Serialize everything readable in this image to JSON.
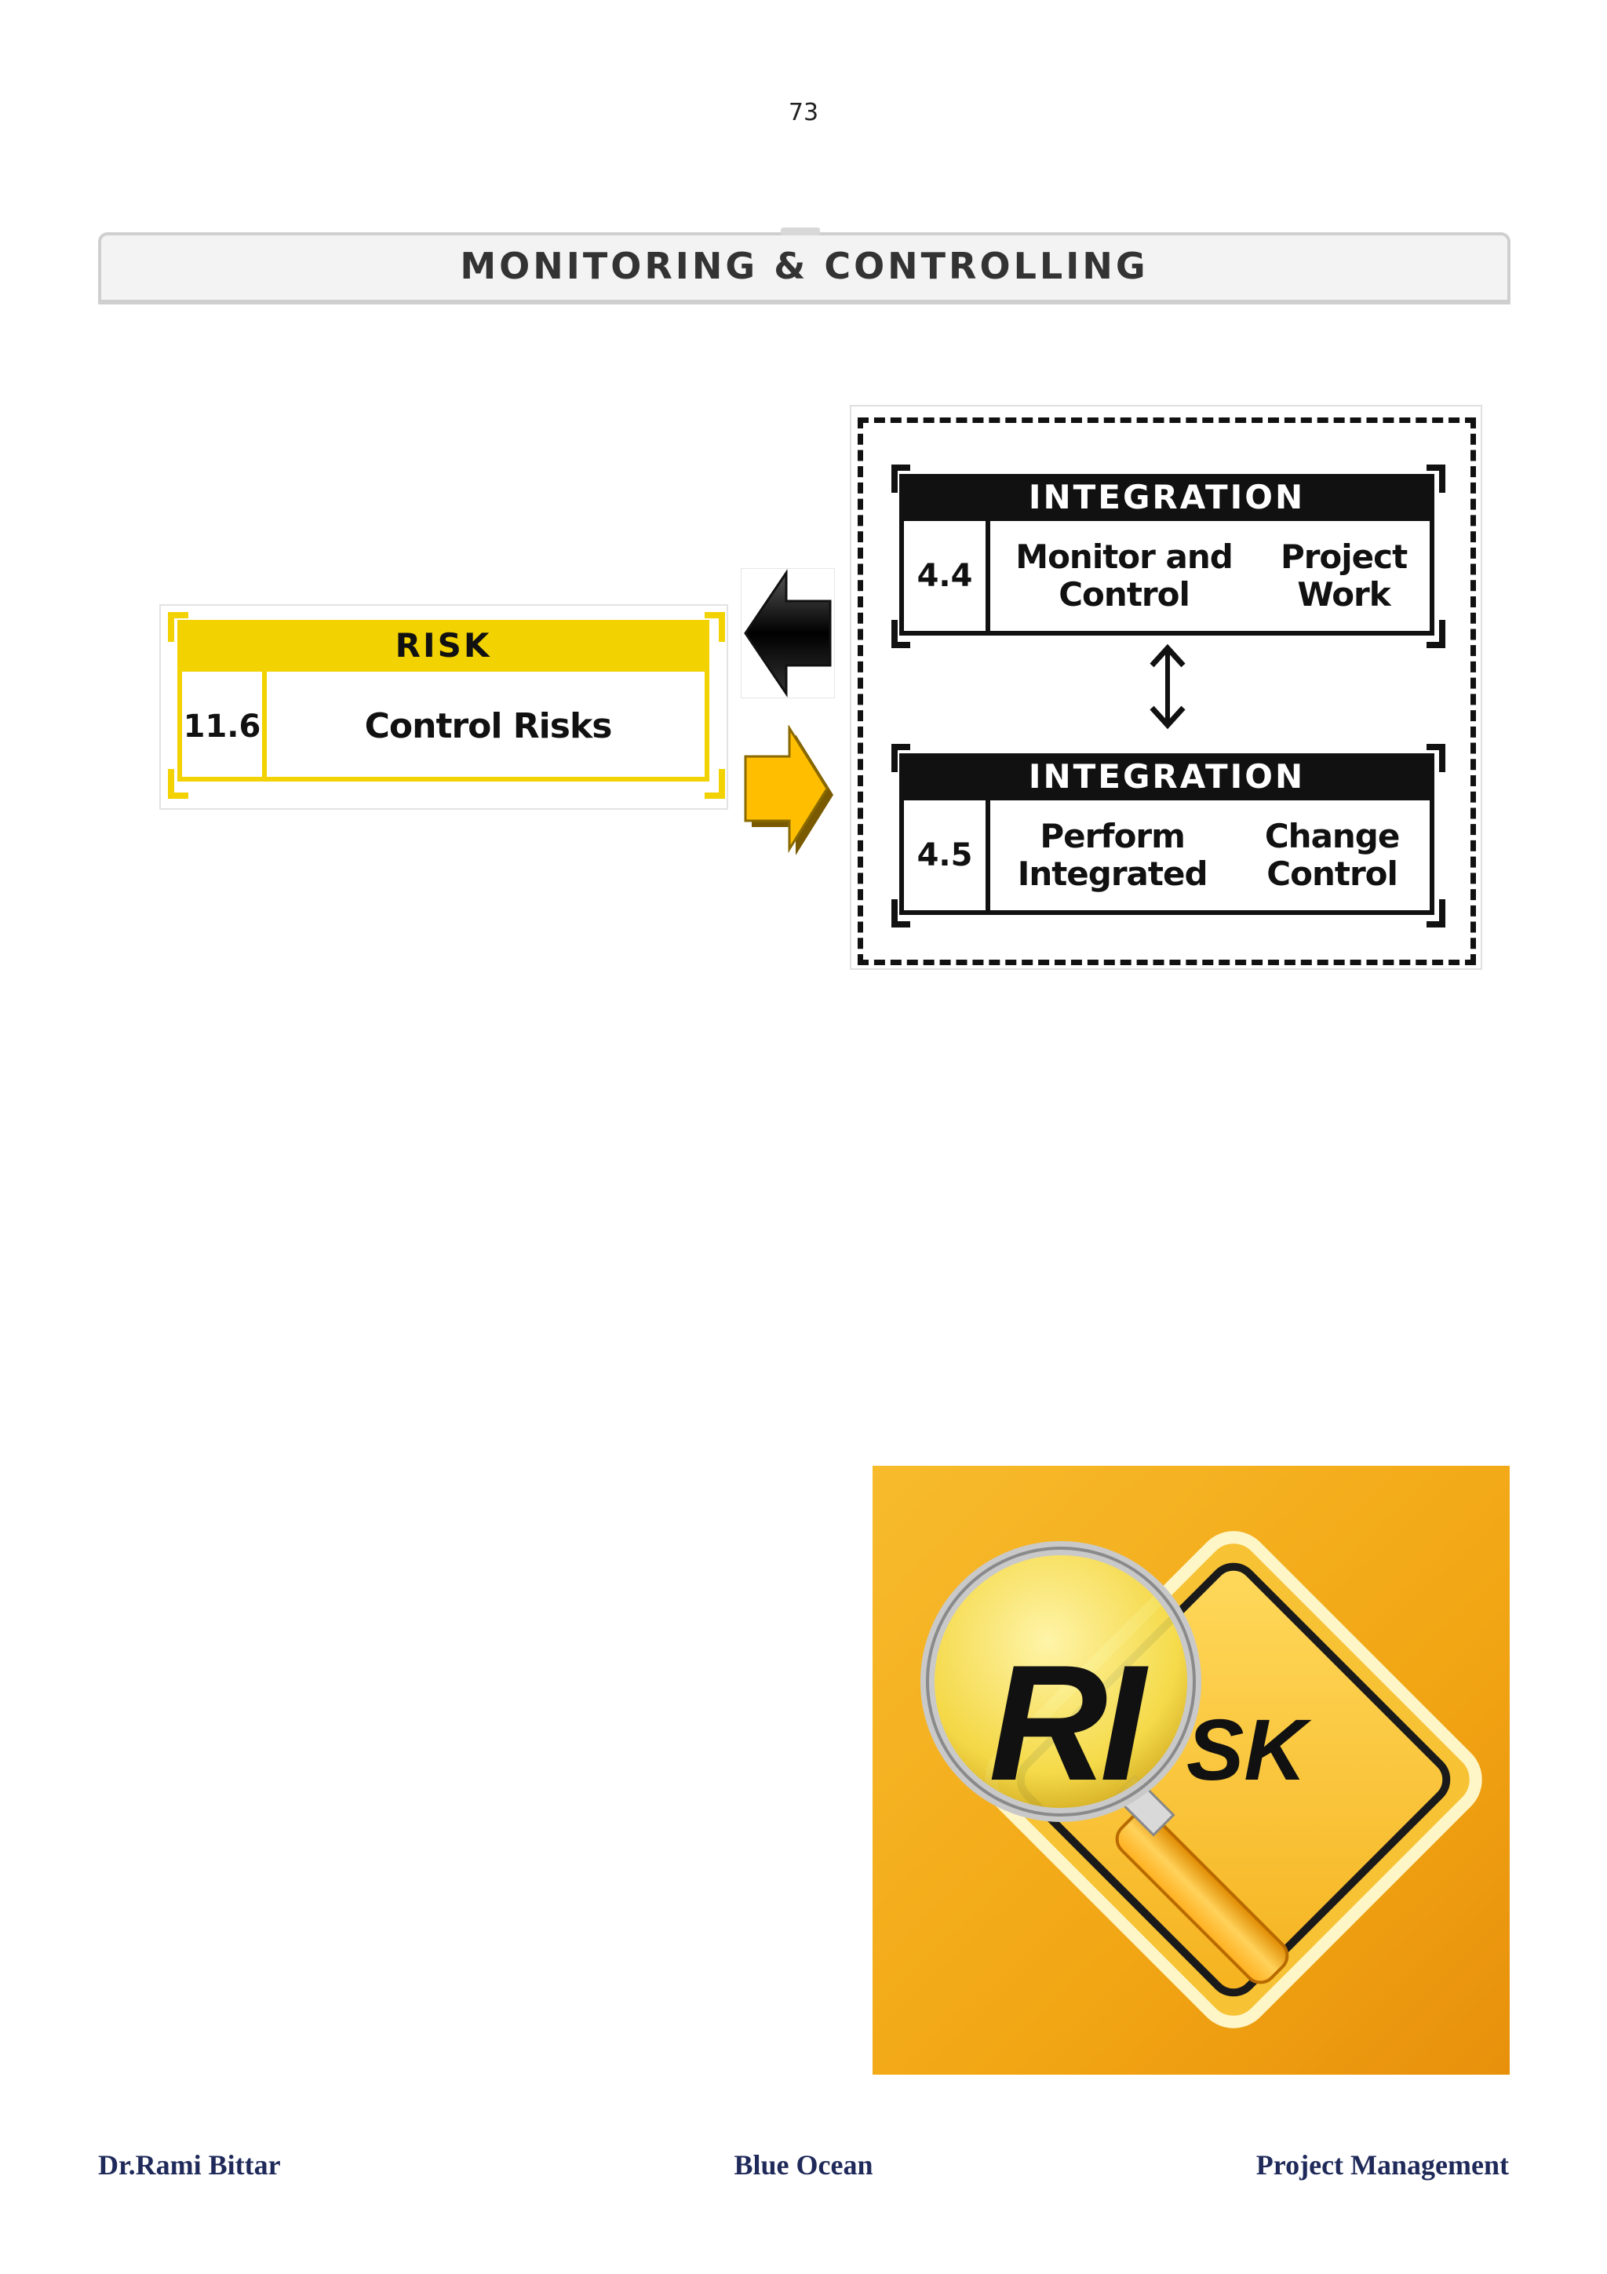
{
  "page_number": "73",
  "section_title": "MONITORING & CONTROLLING",
  "risk_process": {
    "area": "RISK",
    "number": "11.6",
    "name": "Control Risks"
  },
  "integration_processes": [
    {
      "area": "INTEGRATION",
      "number": "4.4",
      "name_line1": "Monitor and Control",
      "name_line2": "Project Work"
    },
    {
      "area": "INTEGRATION",
      "number": "4.5",
      "name_line1": "Perform Integrated",
      "name_line2": "Change Control"
    }
  ],
  "risk_image": {
    "text_big": "RI",
    "text_small": "SK",
    "icon": "magnifying-glass-icon",
    "background_color": "#f2a614"
  },
  "colors": {
    "risk_yellow": "#f2d200",
    "arrow_orange": "#ffbf00",
    "footer_navy": "#1f2a5a"
  },
  "footer": {
    "left": "Dr.Rami Bittar",
    "center": "Blue Ocean",
    "right": "Project Management"
  }
}
